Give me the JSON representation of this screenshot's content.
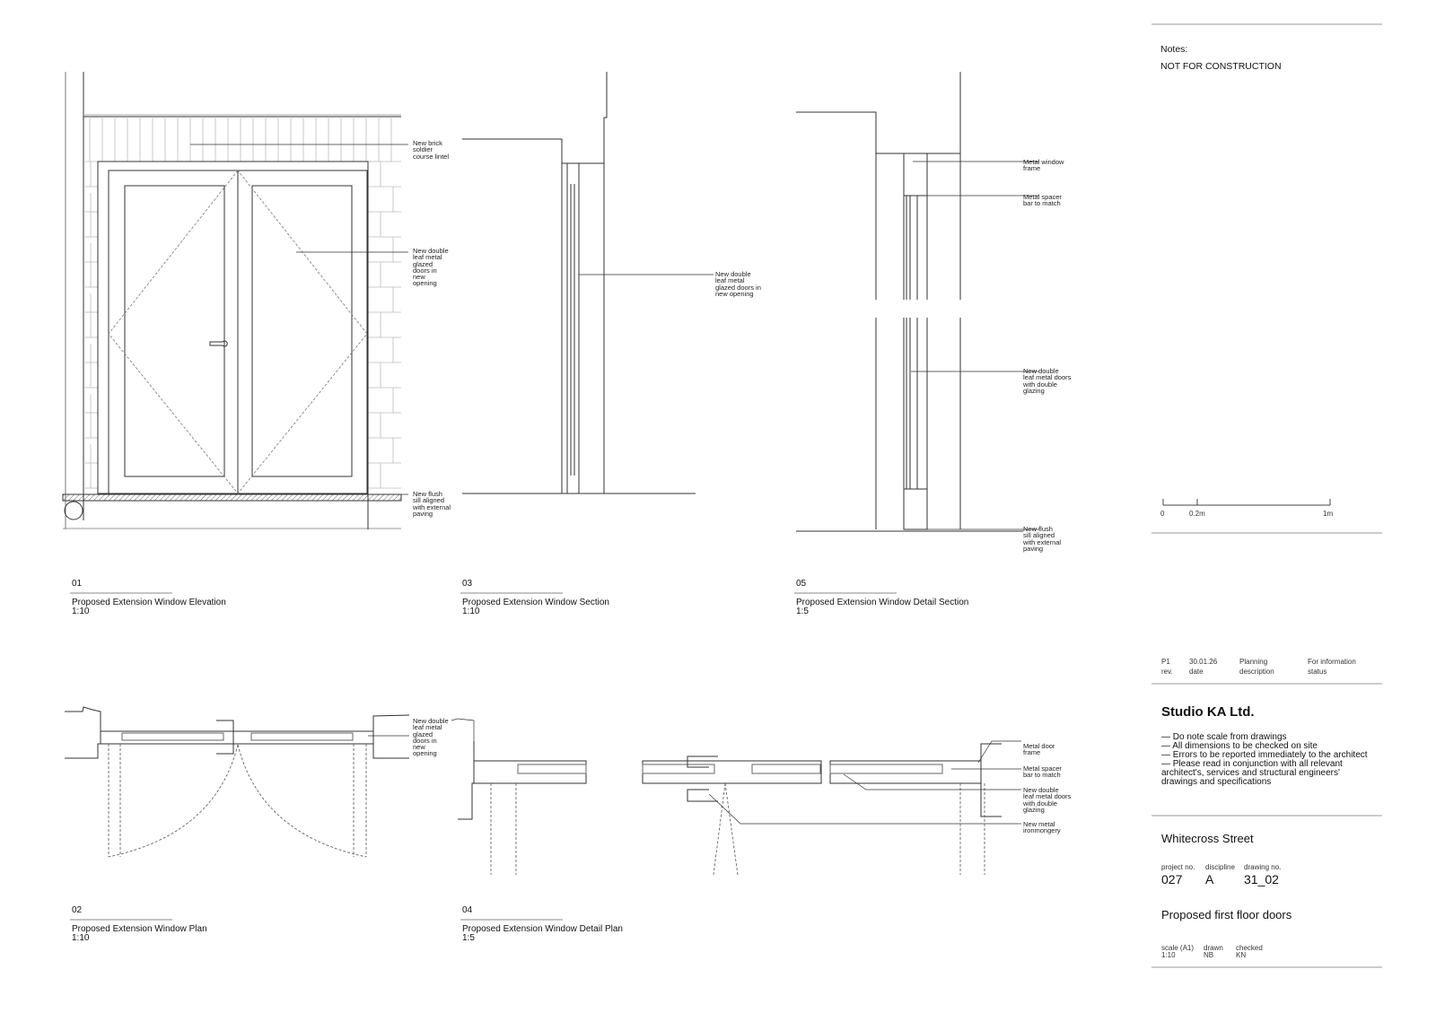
{
  "notes": {
    "heading": "Notes:",
    "text": "NOT FOR CONSTRUCTION"
  },
  "scale_bar": {
    "ticks": [
      "0",
      "0.2m",
      "1m"
    ]
  },
  "drawings": [
    {
      "number": "01",
      "title": "Proposed Extension Window Elevation",
      "scale": "1:10",
      "annotations": [
        "New brick\nsoldier\ncourse lintel",
        "New double\nleaf metal\nglazed\ndoors in\nnew\nopening",
        "New flush\nsill aligned\nwith external\npaving"
      ]
    },
    {
      "number": "03",
      "title": "Proposed Extension Window Section",
      "scale": "1:10",
      "annotations": [
        "New double\nleaf metal\nglazed doors in\nnew opening"
      ]
    },
    {
      "number": "05",
      "title": "Proposed Extension Window Detail Section",
      "scale": "1:5",
      "annotations": [
        "Metal window\nframe",
        "Metal spacer\nbar to match",
        "New double\nleaf metal doors\nwith double\nglazing",
        "New flush\nsill aligned\nwith external\npaving"
      ]
    },
    {
      "number": "02",
      "title": "Proposed Extension Window Plan",
      "scale": "1:10",
      "annotations": [
        "New double\nleaf metal\nglazed\ndoors in\nnew\nopening"
      ]
    },
    {
      "number": "04",
      "title": "Proposed Extension Window Detail Plan",
      "scale": "1:5",
      "annotations": [
        "Metal door\nframe",
        "Metal spacer\nbar to match",
        "New double\nleaf metal doors\nwith double\nglazing",
        "New metal\nironmongery"
      ]
    }
  ],
  "title_block": {
    "revision": {
      "rev": "P1",
      "date": "30.01.26",
      "description": "Planning",
      "status": "For information",
      "labels": {
        "rev": "rev.",
        "date": "date",
        "description": "description",
        "status": "status"
      }
    },
    "company": "Studio KA Ltd.",
    "rules": "— Do note scale from drawings\n— All dimensions to be checked on site\n— Errors to be reported immediately to the architect\n— Please read in conjunction with all relevant architect's, services and structural engineers' drawings and specifications",
    "project": "Whitecross Street",
    "project_no_label": "project no.",
    "project_no": "027",
    "discipline_label": "discipline",
    "discipline": "A",
    "drawing_no_label": "drawing no.",
    "drawing_no": "31_02",
    "drawing_title": "Proposed first floor doors",
    "scale_label": "scale (A1)",
    "scale": "1:10",
    "drawn_label": "drawn",
    "drawn": "NB",
    "checked_label": "checked",
    "checked": "KN"
  }
}
